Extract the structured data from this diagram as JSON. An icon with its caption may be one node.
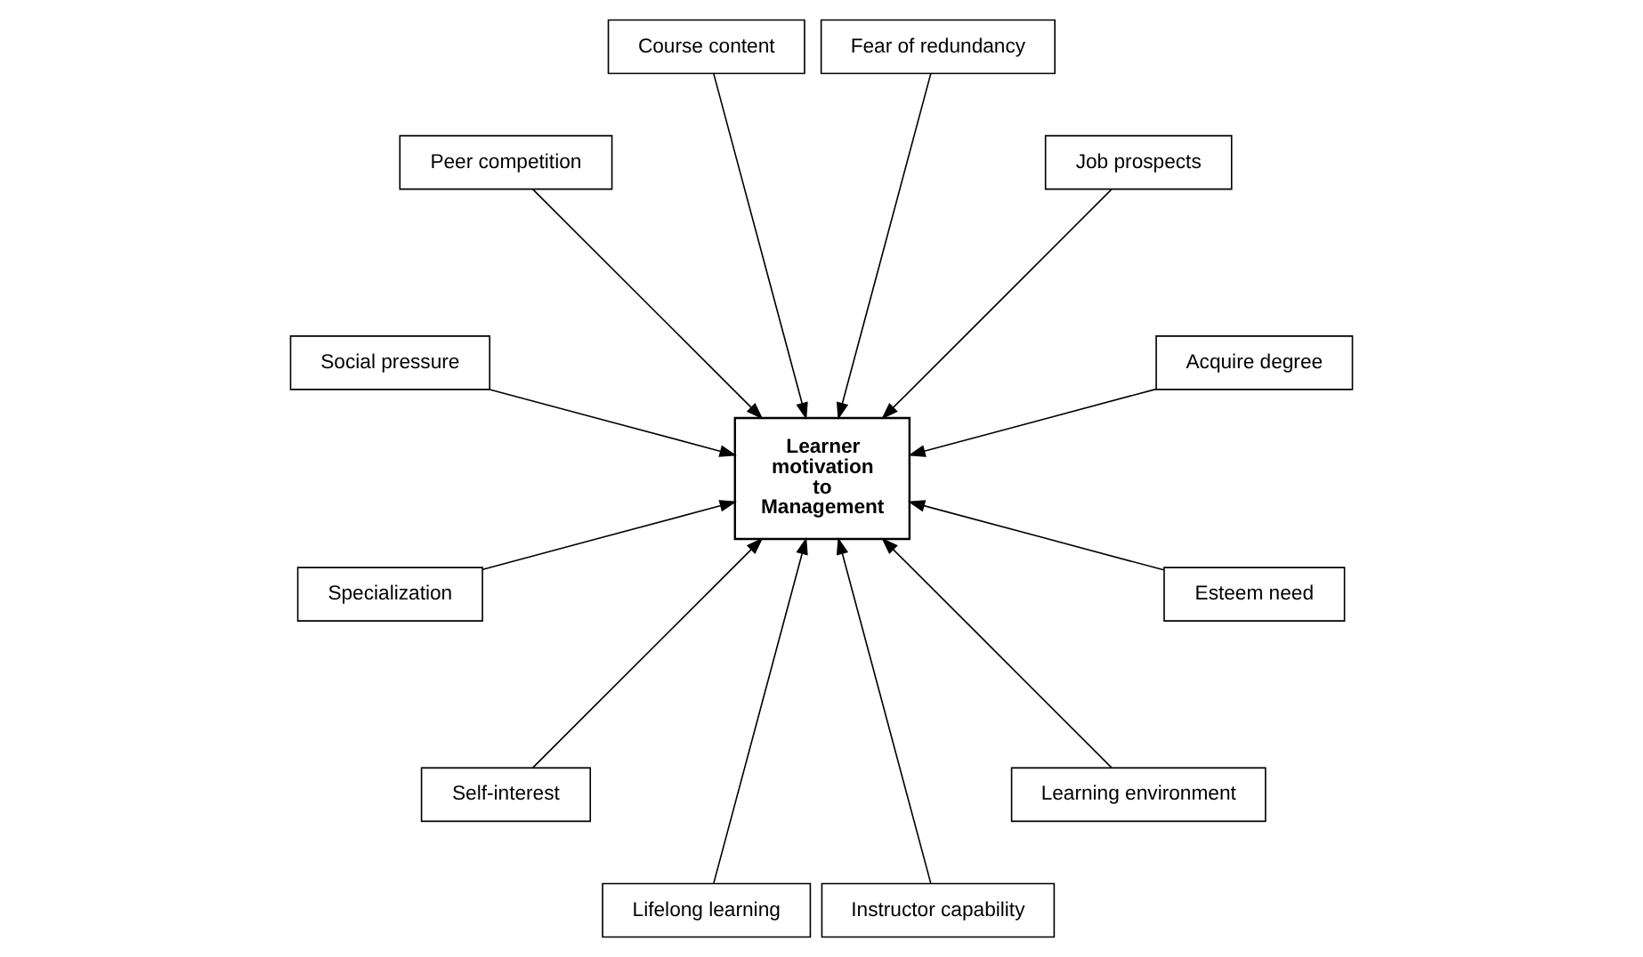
{
  "diagram": {
    "nodes": [
      {
        "text": [
          "Learner motivation to Management"
        ]
      },
      {
        "text": [
          "Acquire degree"
        ]
      },
      {
        "text": [
          "Job prospects"
        ]
      },
      {
        "text": [
          "Fear of redundancy"
        ]
      },
      {
        "text": [
          "Course content"
        ]
      },
      {
        "text": [
          "Peer competition"
        ]
      },
      {
        "text": [
          "Social pressure"
        ]
      },
      {
        "text": [
          "Specialization"
        ]
      },
      {
        "text": [
          "Self-interest"
        ]
      },
      {
        "text": [
          "Lifelong learning"
        ]
      },
      {
        "text": [
          "Instructor capability"
        ]
      },
      {
        "text": [
          "Learning environment"
        ]
      },
      {
        "text": [
          "Esteem need"
        ]
      }
    ],
    "edges": [
      {
        "from": 1,
        "to": 0,
        "arrow": "to"
      },
      {
        "from": 2,
        "to": 0,
        "arrow": "to"
      },
      {
        "from": 3,
        "to": 0,
        "arrow": "to"
      },
      {
        "from": 4,
        "to": 0,
        "arrow": "to"
      },
      {
        "from": 5,
        "to": 0,
        "arrow": "to"
      },
      {
        "from": 6,
        "to": 0,
        "arrow": "to"
      },
      {
        "from": 7,
        "to": 0,
        "arrow": "to"
      },
      {
        "from": 8,
        "to": 0,
        "arrow": "to"
      },
      {
        "from": 9,
        "to": 0,
        "arrow": "to"
      },
      {
        "from": 10,
        "to": 0,
        "arrow": "to"
      },
      {
        "from": 11,
        "to": 0,
        "arrow": "to"
      },
      {
        "from": 12,
        "to": 0,
        "arrow": "to"
      }
    ]
  }
}
